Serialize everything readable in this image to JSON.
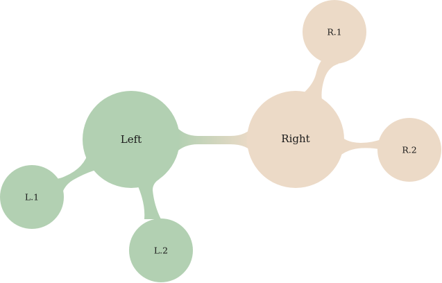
{
  "diagram": {
    "type": "mindmap",
    "colors": {
      "left_branch": "#b2d0b2",
      "right_branch": "#ecdac7",
      "label_text": "#1a1a1a",
      "background": "#ffffff"
    },
    "nodes": {
      "left": {
        "label": "Left",
        "branch": "left_branch"
      },
      "right": {
        "label": "Right",
        "branch": "right_branch"
      },
      "l1": {
        "label": "L.1",
        "branch": "left_branch",
        "parent": "left"
      },
      "l2": {
        "label": "L.2",
        "branch": "left_branch",
        "parent": "left"
      },
      "r1": {
        "label": "R.1",
        "branch": "right_branch",
        "parent": "right"
      },
      "r2": {
        "label": "R.2",
        "branch": "right_branch",
        "parent": "right"
      }
    },
    "connections": [
      {
        "from": "left",
        "to": "right"
      },
      {
        "from": "left",
        "to": "l1"
      },
      {
        "from": "left",
        "to": "l2"
      },
      {
        "from": "right",
        "to": "r1"
      },
      {
        "from": "right",
        "to": "r2"
      }
    ]
  }
}
